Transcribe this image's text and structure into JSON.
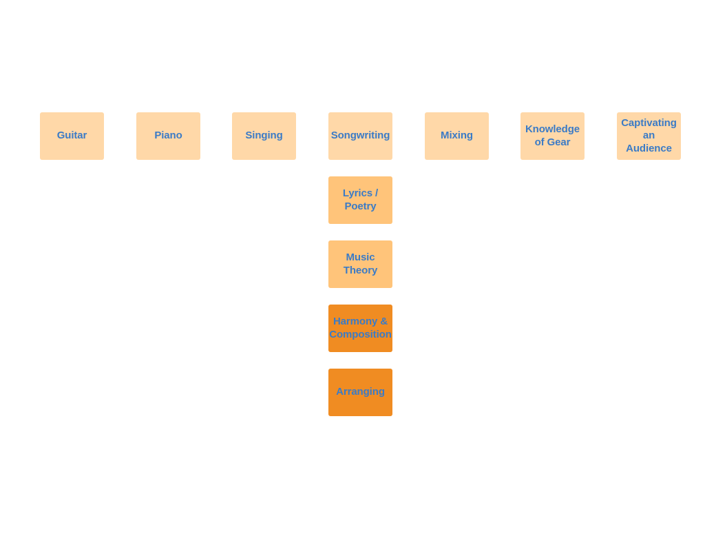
{
  "colors": {
    "text": "#3b7bc6",
    "top_level": "#ffd8a8",
    "sub_level": "#ffc47a",
    "deep_level": "#f08c22"
  },
  "top_row": [
    {
      "label": "Guitar"
    },
    {
      "label": "Piano"
    },
    {
      "label": "Singing"
    },
    {
      "label": "Songwriting"
    },
    {
      "label": "Mixing"
    },
    {
      "label": "Knowledge\nof Gear"
    },
    {
      "label": "Captivating\nan\nAudience"
    }
  ],
  "songwriting_children": [
    {
      "label": "Lyrics /\nPoetry"
    },
    {
      "label": "Music\nTheory"
    },
    {
      "label": "Harmony &\nComposition"
    },
    {
      "label": "Arranging"
    }
  ]
}
